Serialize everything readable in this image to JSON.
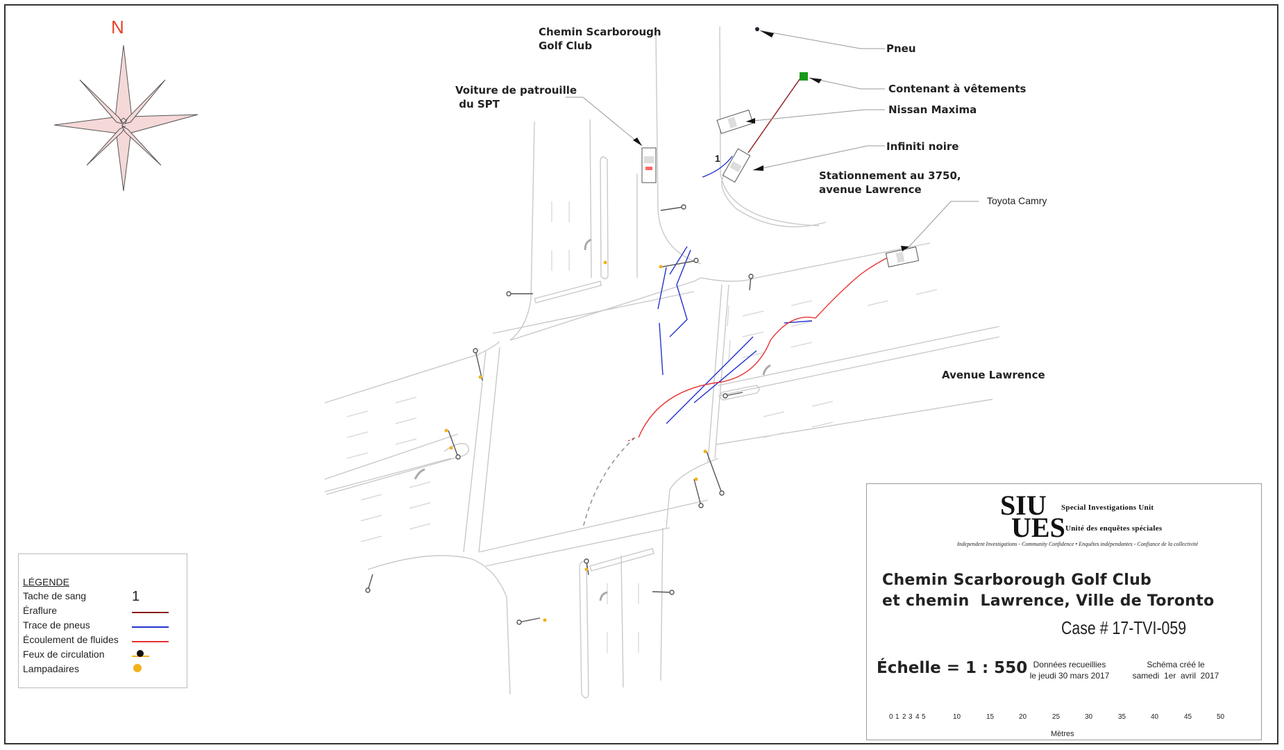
{
  "compass": {
    "north_label": "N"
  },
  "labels": {
    "road_north": "Chemin Scarborough\nGolf Club",
    "patrol_car": "Voiture de patrouille\n du SPT",
    "tire": "Pneu",
    "container": "Contenant à vêtements",
    "nissan": "Nissan Maxima",
    "infiniti": "Infiniti noire",
    "parking": "Stationnement au 3750,\navenue Lawrence",
    "camry": "Toyota Camry",
    "avenue": "Avenue Lawrence",
    "marker_1": "1"
  },
  "legend": {
    "title": "LÉGENDE",
    "items": [
      {
        "label": "Tache de sang",
        "symbol": "1"
      },
      {
        "label": "Éraflure",
        "color": "#8b1a1a"
      },
      {
        "label": "Trace de pneus",
        "color": "#2233cc"
      },
      {
        "label": "Écoulement de fluides",
        "color": "#e83030"
      },
      {
        "label": "Feux de circulation",
        "symbol": "traffic-light"
      },
      {
        "label": "Lampadaires",
        "symbol": "street-lamp"
      }
    ]
  },
  "title_block": {
    "logo_top": "SIU",
    "logo_top_text": "Special Investigations Unit",
    "logo_bottom": "UES",
    "logo_bottom_text": "Unité des enquêtes spéciales",
    "motto": "Independent Investigations - Community Confidence • Enquêtes indépendantes - Confiance de la collectivité",
    "title": "Chemin Scarborough Golf Club\net chemin  Lawrence, Ville de Toronto",
    "case": "Case # 17-TVI-059",
    "scale": "Échelle = 1  : 550",
    "data_collected": "Données recueillies\nle jeudi 30 mars 2017",
    "created": "Schéma créé le\nsamedi  1er  avril  2017",
    "scale_ticks": [
      "0",
      "1",
      "2",
      "3",
      "4",
      "5",
      "10",
      "15",
      "20",
      "25",
      "30",
      "35",
      "40",
      "45",
      "50"
    ],
    "unit": "Mètres"
  },
  "colors": {
    "scrape": "#8b1a1a",
    "tire_mark": "#2233cc",
    "fluid": "#e83030",
    "container": "#1a9a1a",
    "north": "#e8412a"
  }
}
